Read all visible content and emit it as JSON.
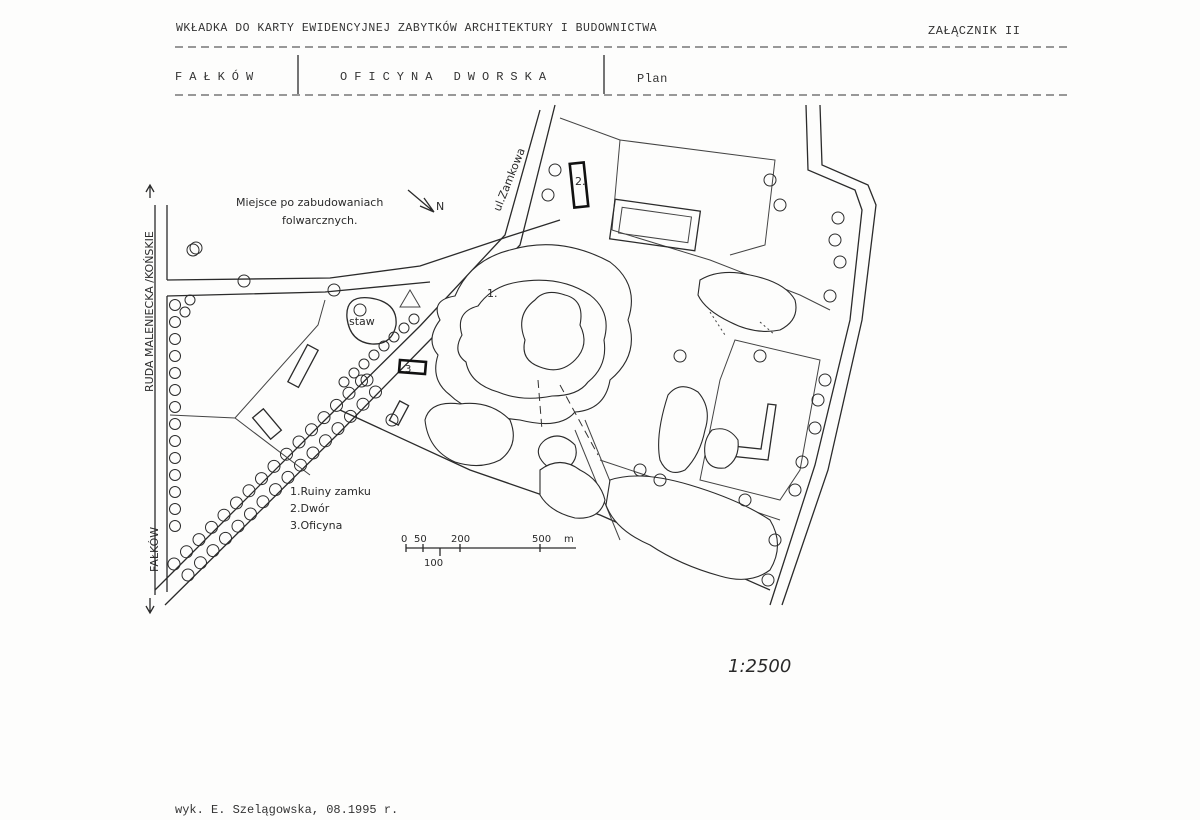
{
  "header": {
    "title": "WKŁADKA DO KARTY EWIDENCYJNEJ ZABYTKÓW ARCHITEKTURY I BUDOWNICTWA",
    "annex": "ZAŁĄCZNIK II",
    "place": "FAŁKÓW",
    "object": "OFICYNA DWORSKA",
    "sheet": "Plan"
  },
  "map": {
    "labels": {
      "farm_site_line1": "Miejsce po zabudowaniach",
      "farm_site_line2": "folwarcznych.",
      "street": "ul.Zamkowa",
      "road_vertical": "RUDA MALENIECKA /KOŃSKIE",
      "road_falkow": "FAŁKÓW",
      "pond": "staw",
      "north": "N"
    },
    "building_numbers": {
      "b1": "1.",
      "b2": "2.",
      "b3": "3"
    },
    "legend": [
      "1.Ruiny zamku",
      "2.Dwór",
      "3.Oficyna"
    ],
    "scale_bar": {
      "ticks": [
        "0",
        "50",
        "200",
        "500"
      ],
      "unit": "m",
      "sub_tick": "100"
    },
    "scale_ratio": "1:2500"
  },
  "footer": {
    "author": "wyk. E. Szelągowska, 08.1995 r."
  },
  "colors": {
    "ink": "#2a2a2a",
    "paper": "#fdfdfc"
  }
}
